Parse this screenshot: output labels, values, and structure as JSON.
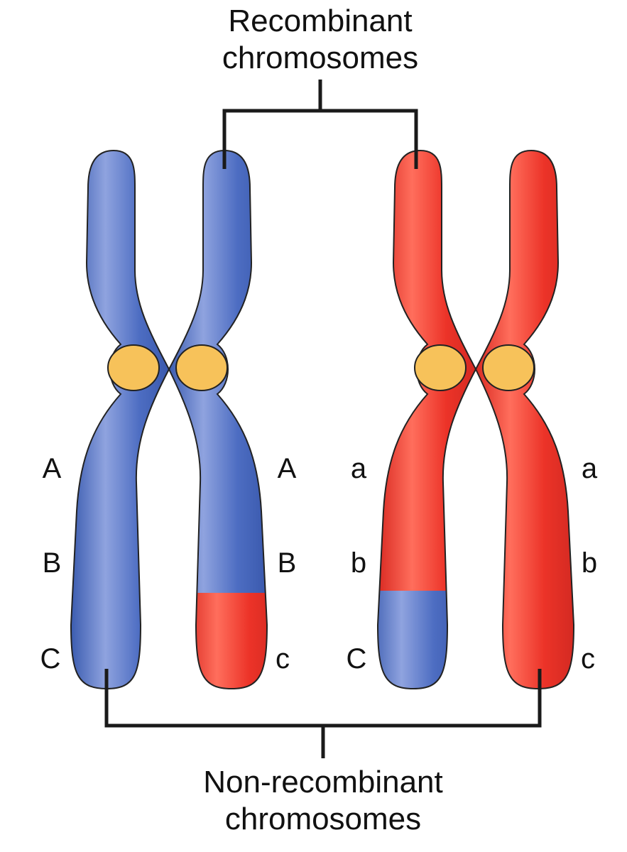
{
  "labels": {
    "top_line1": "Recombinant",
    "top_line2": "chromosomes",
    "bottom_line1": "Non-recombinant",
    "bottom_line2": "chromosomes"
  },
  "alleles": {
    "chrom1": [
      "A",
      "B",
      "C"
    ],
    "chrom2": [
      "A",
      "B",
      "c"
    ],
    "chrom3": [
      "a",
      "b",
      "C"
    ],
    "chrom4": [
      "a",
      "b",
      "c"
    ]
  },
  "colors": {
    "blue": "#4a6bbf",
    "blue_light": "#8fa3df",
    "red": "#e8302a",
    "red_light": "#ff6f5e",
    "centromere": "#f7c25a",
    "line": "#1a1a1a"
  }
}
